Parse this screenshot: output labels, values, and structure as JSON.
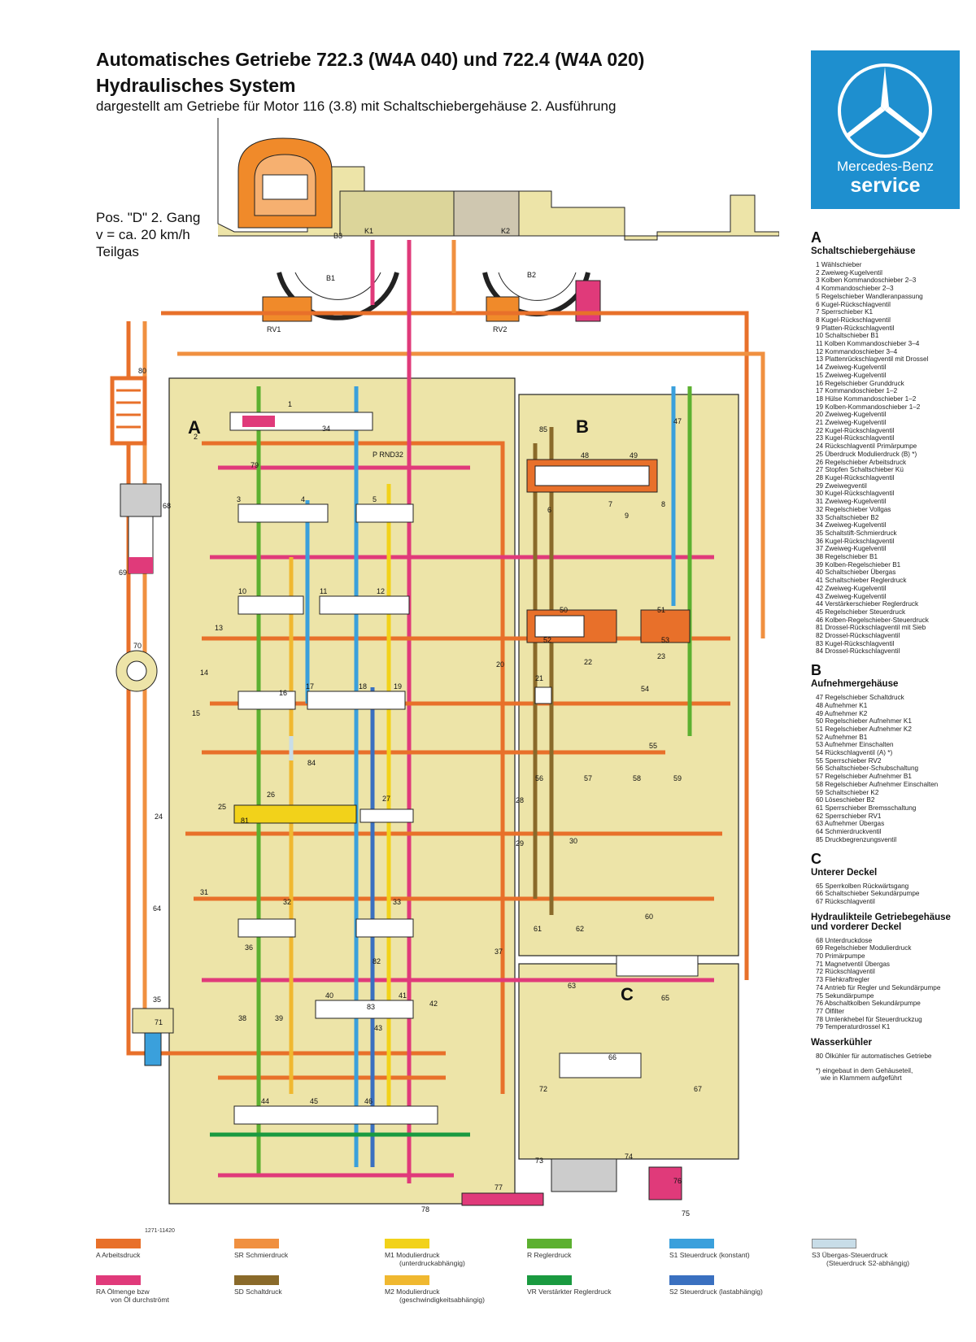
{
  "header": {
    "title_line1": "Automatisches Getriebe 722.3 (W4A 040) und 722.4 (W4A 020)",
    "title_line2": "Hydraulisches System",
    "subtitle": "dargestellt am Getriebe für Motor 116 (3.8) mit Schaltschiebergehäuse 2. Ausführung"
  },
  "position": {
    "line1": "Pos. \"D\" 2. Gang",
    "line2": "v = ca. 20 km/h",
    "line3": "Teilgas"
  },
  "brand": {
    "name": "Mercedes-Benz",
    "service": "service",
    "logo": "mercedes-star-icon"
  },
  "colors": {
    "A": "#e8702a",
    "RA": "#e03a7a",
    "SR": "#f09040",
    "SD": "#8a6a2a",
    "M1": "#f2d21a",
    "M2": "#f0b830",
    "R": "#5cb030",
    "VR": "#1a9a40",
    "S1": "#3aa0dc",
    "S2": "#3a70c0",
    "S3": "#c8dde8",
    "housing": "#ede4a8",
    "frame": "#222222"
  },
  "diagram": {
    "labels": {
      "B3": "B3",
      "K1": "K1",
      "K2": "K2",
      "B1": "B1",
      "B2": "B2",
      "RV1": "RV1",
      "RV2": "RV2",
      "zoneA": "A",
      "zoneB": "B",
      "zoneC": "C",
      "selector": "P RND32",
      "code": "1271-11420",
      "n80": "80",
      "n68": "68",
      "n69": "69",
      "n70": "70",
      "n71": "71",
      "n72": "72",
      "n73": "73",
      "n74": "74",
      "n75": "75",
      "n76": "76",
      "n77": "77",
      "n78": "78",
      "n79": "79",
      "n24": "24",
      "n64": "64",
      "n35": "35",
      "n1": "1",
      "n2": "2",
      "n3": "3",
      "n4": "4",
      "n5": "5",
      "n6": "6",
      "n7": "7",
      "n8": "8",
      "n9": "9",
      "n10": "10",
      "n11": "11",
      "n12": "12",
      "n13": "13",
      "n14": "14",
      "n15": "15",
      "n16": "16",
      "n17": "17",
      "n18": "18",
      "n19": "19",
      "n20": "20",
      "n21": "21",
      "n22": "22",
      "n23": "23",
      "n25": "25",
      "n26": "26",
      "n27": "27",
      "n28": "28",
      "n29": "29",
      "n30": "30",
      "n31": "31",
      "n32": "32",
      "n33": "33",
      "n34": "34",
      "n36": "36",
      "n37": "37",
      "n38": "38",
      "n39": "39",
      "n40": "40",
      "n41": "41",
      "n42": "42",
      "n43": "43",
      "n44": "44",
      "n45": "45",
      "n46": "46",
      "n47": "47",
      "n48": "48",
      "n49": "49",
      "n50": "50",
      "n51": "51",
      "n52": "52",
      "n53": "53",
      "n54": "54",
      "n55": "55",
      "n56": "56",
      "n57": "57",
      "n58": "58",
      "n59": "59",
      "n60": "60",
      "n61": "61",
      "n62": "62",
      "n63": "63",
      "n65": "65",
      "n66": "66",
      "n67": "67",
      "n81": "81",
      "n82": "82",
      "n83": "83",
      "n84": "84",
      "n85": "85"
    }
  },
  "sections": {
    "A": {
      "letter": "A",
      "title": "Schaltschiebergehäuse",
      "items": [
        "1 Wählschieber",
        "2 Zweiweg-Kugelventil",
        "3 Kolben Kommandoschieber 2–3",
        "4 Kommandoschieber 2–3",
        "5 Regelschieber Wandleranpassung",
        "6 Kugel-Rückschlagventil",
        "7 Sperrschieber K1",
        "8 Kugel-Rückschlagventil",
        "9 Platten-Rückschlagventil",
        "10 Schaltschieber B1",
        "11 Kolben Kommandoschieber 3–4",
        "12 Kommandoschieber 3–4",
        "13 Plattenrückschlagventil mit Drossel",
        "14 Zweiweg-Kugelventil",
        "15 Zweiweg-Kugelventil",
        "16 Regelschieber Grunddruck",
        "17 Kommandoschieber 1–2",
        "18 Hülse Kommandoschieber 1–2",
        "19 Kolben-Kommandoschieber 1–2",
        "20 Zweiweg-Kugelventil",
        "21 Zweiweg-Kugelventil",
        "22 Kugel-Rückschlagventil",
        "23 Kugel-Rückschlagventil",
        "24 Rückschlagventil Primärpumpe",
        "25 Überdruck Modulierdruck (B) *)",
        "26 Regelschieber Arbeitsdruck",
        "27 Stopfen Schaltschieber Kü",
        "28 Kugel-Rückschlagventil",
        "29 Zweiwegventil",
        "30 Kugel-Rückschlagventil",
        "31 Zweiweg-Kugelventil",
        "32 Regelschieber Vollgas",
        "33 Schaltschieber B2",
        "34 Zweiweg-Kugelventil",
        "35 Schaltstift-Schmierdruck",
        "36 Kugel-Rückschlagventil",
        "37 Zweiweg-Kugelventil",
        "38 Regelschieber B1",
        "39 Kolben-Regelschieber B1",
        "40 Schaltschieber Übergas",
        "41 Schaltschieber Reglerdruck",
        "42 Zweiweg-Kugelventil",
        "43 Zweiweg-Kugelventil",
        "44 Verstärkerschieber Reglerdruck",
        "45 Regelschieber Steuerdruck",
        "46 Kolben-Regelschieber-Steuerdruck",
        "81 Drossel-Rückschlagventil mit Sieb",
        "82 Drossel-Rückschlagventil",
        "83 Kugel-Rückschlagventil",
        "84 Drossel-Rückschlagventil"
      ]
    },
    "B": {
      "letter": "B",
      "title": "Aufnehmergehäuse",
      "items": [
        "47 Regelschieber Schaltdruck",
        "48 Aufnehmer K1",
        "49 Aufnehmer K2",
        "50 Regelschieber Aufnehmer K1",
        "51 Regelschieber Aufnehmer K2",
        "52 Aufnehmer B1",
        "53 Aufnehmer Einschalten",
        "54 Rückschlagventil (A) *)",
        "55 Sperrschieber RV2",
        "56 Schaltschieber-Schubschaltung",
        "57 Regelschieber Aufnehmer B1",
        "58 Regelschieber Aufnehmer Einschalten",
        "59 Schaltschieber K2",
        "60 Löseschieber B2",
        "61 Sperrschieber Bremsschaltung",
        "62 Sperrschieber RV1",
        "63 Aufnehmer Übergas",
        "64 Schmierdruckventil",
        "85 Druckbegrenzungsventil"
      ]
    },
    "C": {
      "letter": "C",
      "title": "Unterer Deckel",
      "items": [
        "65 Sperrkolben Rückwärtsgang",
        "66 Schaltschieber Sekundärpumpe",
        "67 Rückschlagventil"
      ]
    },
    "H": {
      "title_line1": "Hydraulikteile Getriebegehäuse",
      "title_line2": "und vorderer Deckel",
      "items": [
        "68 Unterdruckdose",
        "69 Regelschieber Modulierdruck",
        "70 Primärpumpe",
        "71 Magnetventil Übergas",
        "72 Rückschlagventil",
        "73 Fliehkraftregler",
        "74 Antrieb für Regler und Sekundärpumpe",
        "75 Sekundärpumpe",
        "76 Abschaltkolben Sekundärpumpe",
        "77 Ölfilter",
        "78 Umlenkhebel für Steuerdruckzug",
        "79 Temperaturdrossel K1"
      ]
    },
    "W": {
      "title": "Wasserkühler",
      "items": [
        "80 Ölkühler für automatisches Getriebe"
      ],
      "note_line1": "*) eingebaut in dem Gehäuseteil,",
      "note_line2": "wie in Klammern aufgeführt"
    }
  },
  "legend": [
    {
      "key": "A",
      "label": "A   Arbeitsdruck",
      "color": "#e8702a"
    },
    {
      "key": "RA",
      "label": "RA  Ölmenge bzw",
      "label2": "von Öl durchströmt",
      "color": "#e03a7a"
    },
    {
      "key": "SR",
      "label": "SR  Schmierdruck",
      "color": "#f09040"
    },
    {
      "key": "SD",
      "label": "SD  Schaltdruck",
      "color": "#8a6a2a"
    },
    {
      "key": "M1",
      "label": "M1  Modulierdruck",
      "label2": "(unterdruckabhängig)",
      "color": "#f2d21a"
    },
    {
      "key": "M2",
      "label": "M2  Modulierdruck",
      "label2": "(geschwindigkeitsabhängig)",
      "color": "#f0b830"
    },
    {
      "key": "R",
      "label": "R    Reglerdruck",
      "color": "#5cb030"
    },
    {
      "key": "VR",
      "label": "VR  Verstärkter Reglerdruck",
      "color": "#1a9a40"
    },
    {
      "key": "S1",
      "label": "S1  Steuerdruck (konstant)",
      "color": "#3aa0dc"
    },
    {
      "key": "S2",
      "label": "S2  Steuerdruck (lastabhängig)",
      "color": "#3a70c0"
    },
    {
      "key": "S3",
      "label": "S3  Übergas-Steuerdruck",
      "label2": "(Steuerdruck S2-abhängig)",
      "color": "#c8dde8"
    }
  ]
}
